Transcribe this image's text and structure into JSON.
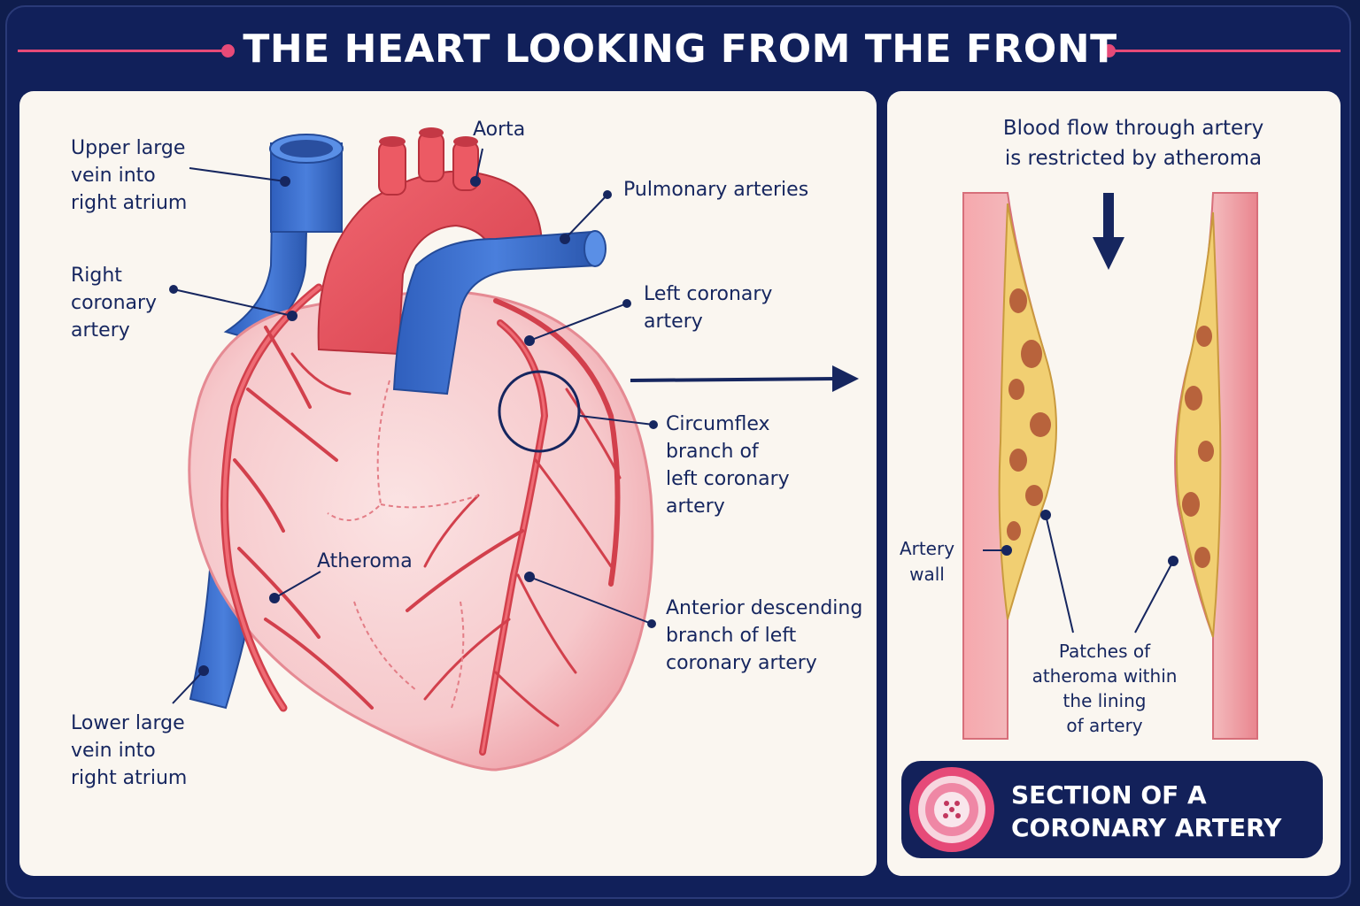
{
  "title": "THE HEART LOOKING FROM THE FRONT",
  "heart_labels": {
    "upper_vein": "Upper large\nvein into\nright atrium",
    "aorta": "Aorta",
    "pulmonary": "Pulmonary arteries",
    "right_coronary": "Right\ncoronary\nartery",
    "left_coronary": "Left coronary\nartery",
    "circumflex": "Circumflex\nbranch of\nleft coronary\nartery",
    "atheroma": "Atheroma",
    "anterior_descending": "Anterior descending\nbranch of left\ncoronary artery",
    "lower_vein": "Lower large\nvein into\nright atrium"
  },
  "artery_panel": {
    "heading": "Blood flow through artery\nis restricted by atheroma",
    "artery_wall": "Artery\nwall",
    "patches": "Patches of\natheroma within\nthe lining\nof artery",
    "section_label": "SECTION OF A\nCORONARY ARTERY"
  },
  "colors": {
    "navy": "#13215a",
    "accent_pink": "#e64a78",
    "artery_red": "#e8505a",
    "vein_blue": "#3f72cf",
    "heart_pink": "#f6c9cc",
    "plaque_yellow": "#f1cf72",
    "plaque_brown": "#b8633c"
  }
}
